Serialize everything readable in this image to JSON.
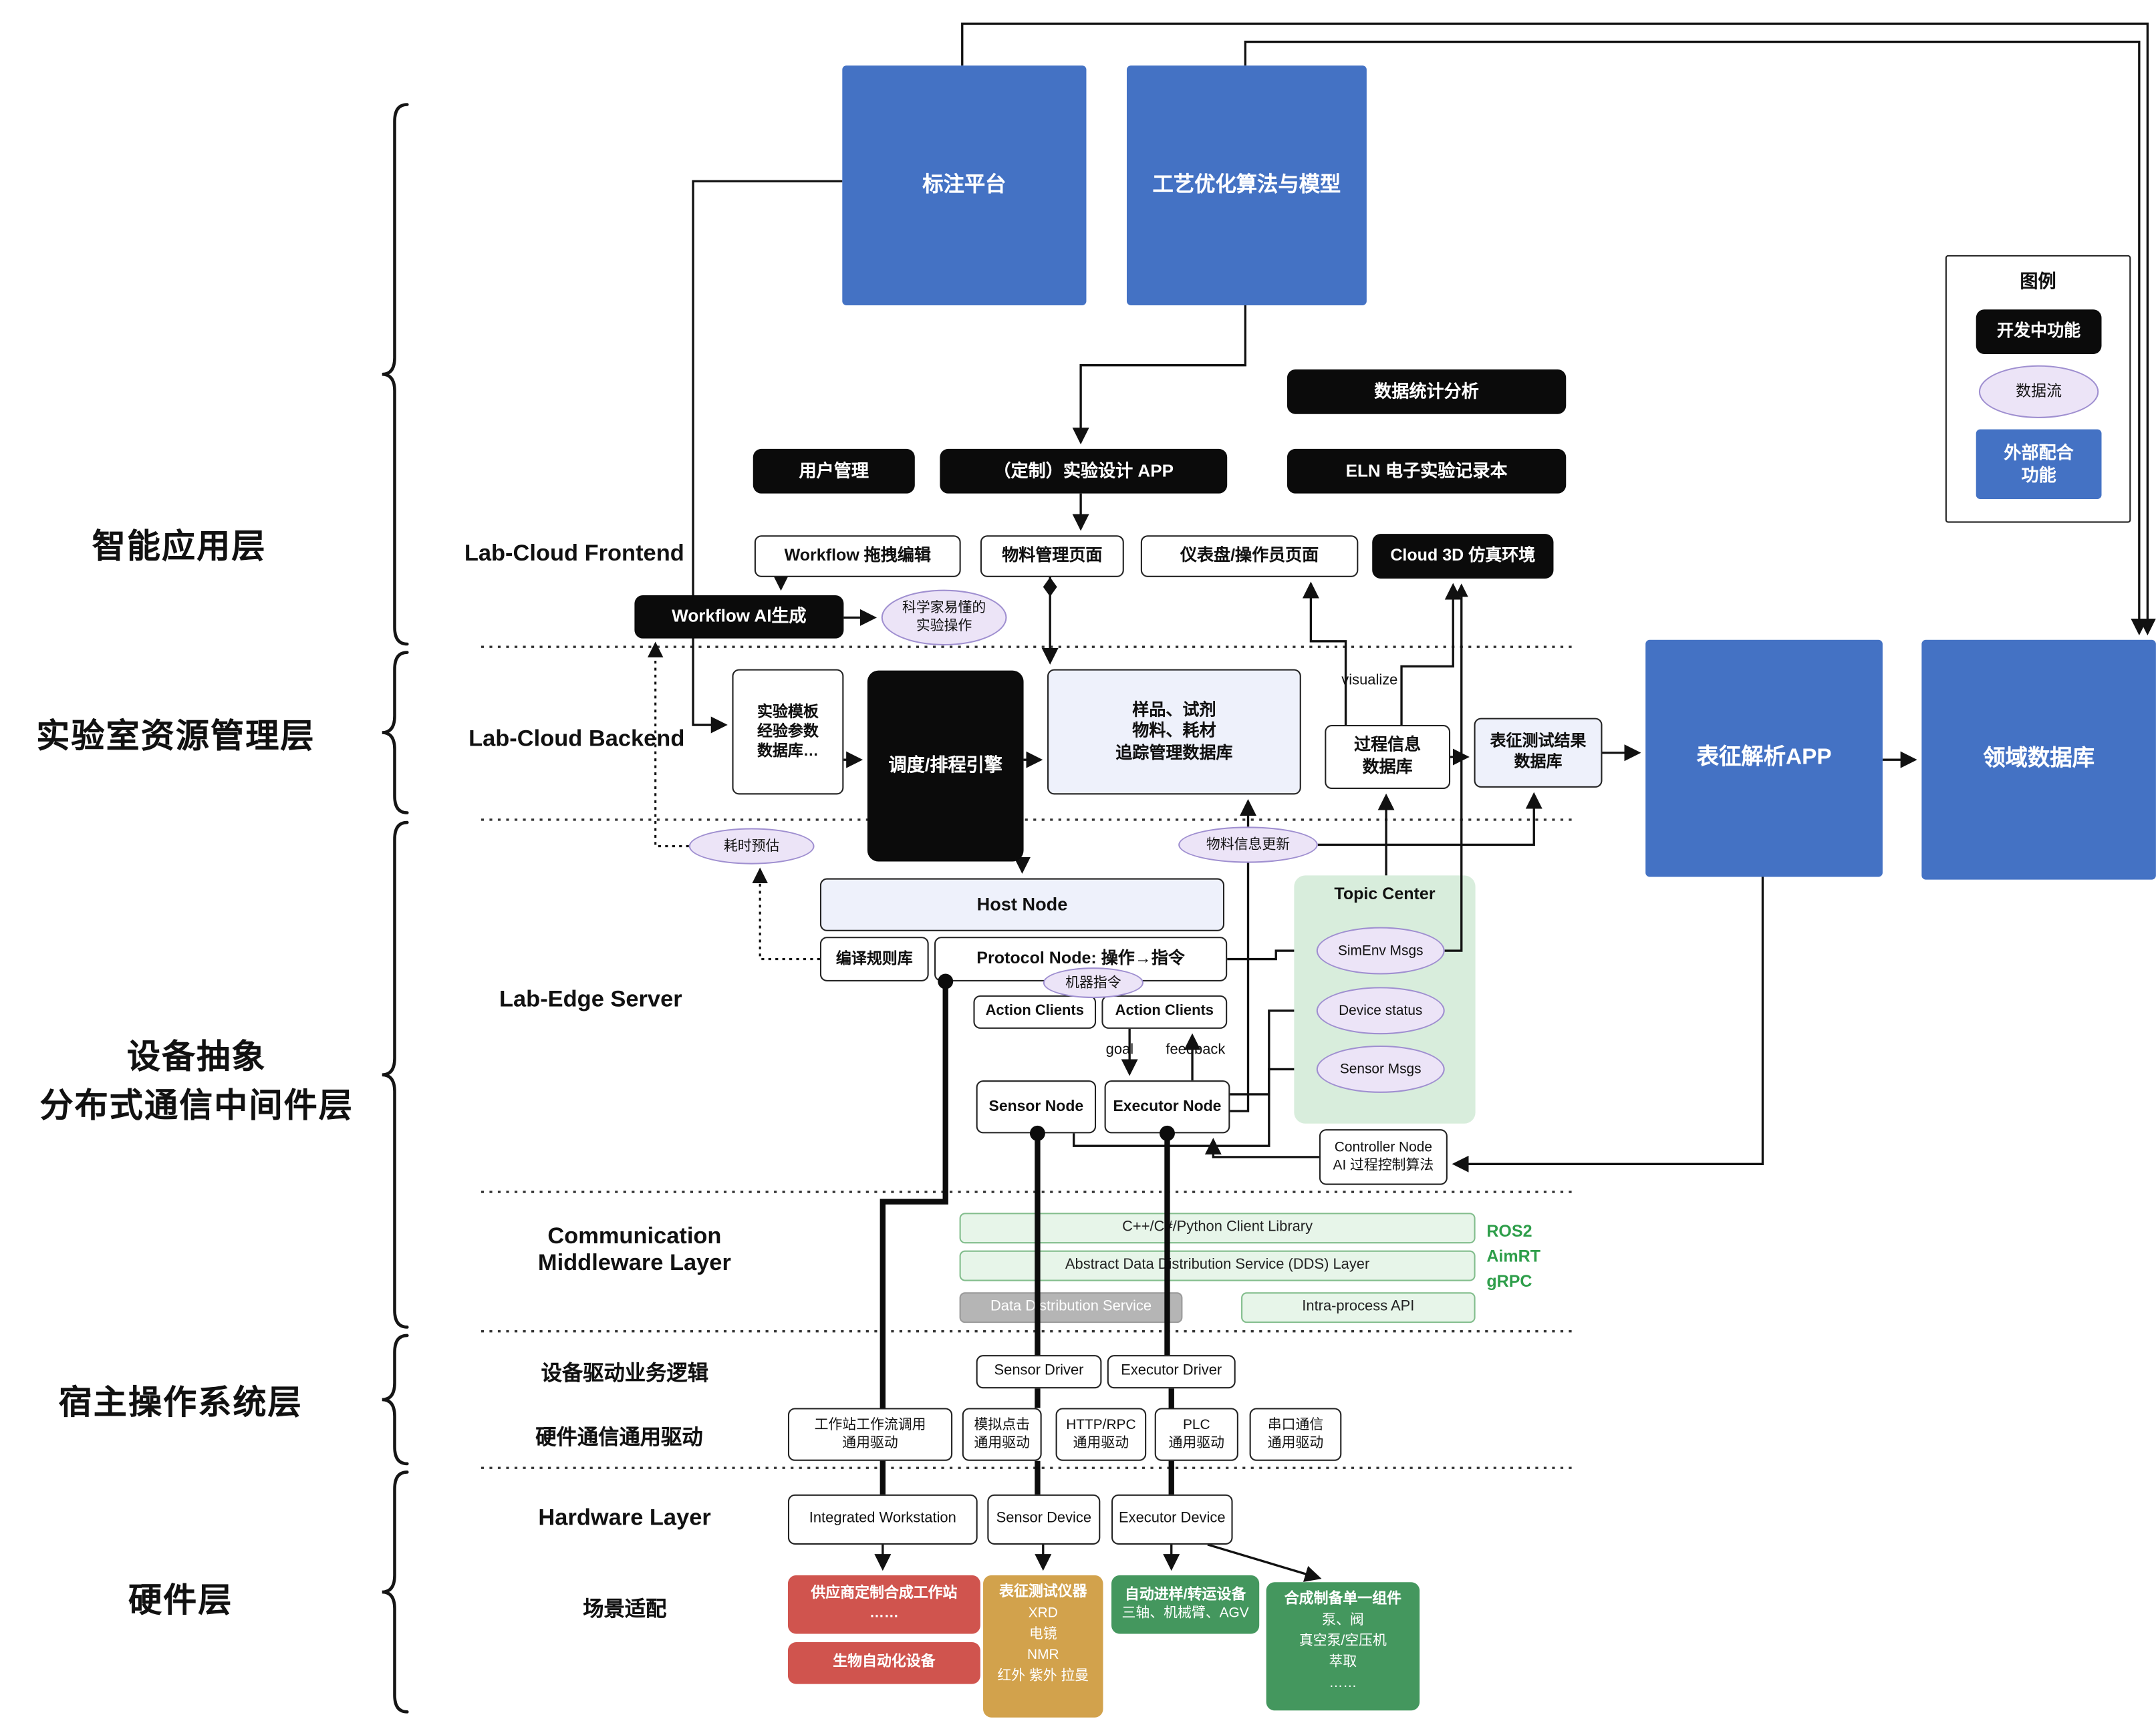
{
  "sections": {
    "app": "智能应用层",
    "resource": "实验室资源管理层",
    "device": "设备抽象\n分布式通信中间件层",
    "host_os": "宿主操作系统层",
    "hardware": "硬件层"
  },
  "top": {
    "annotation_platform": "标注平台",
    "process_optimization": "工艺优化算法与模型"
  },
  "legend": {
    "title": "图例",
    "developing": "开发中功能",
    "dataflow": "数据流",
    "external": "外部配合\n功能"
  },
  "app_layer": {
    "frontend_label": "Lab-Cloud Frontend",
    "data_stats": "数据统计分析",
    "user_mgmt": "用户管理",
    "custom_app": "（定制）实验设计 APP",
    "eln": "ELN 电子实验记录本",
    "workflow_edit": "Workflow 拖拽编辑",
    "material_page": "物料管理页面",
    "dashboard_page": "仪表盘/操作员页面",
    "cloud3d": "Cloud 3D 仿真环境",
    "workflow_ai": "Workflow AI生成",
    "scientist_ops": "科学家易懂的\n实验操作"
  },
  "backend": {
    "backend_label": "Lab-Cloud Backend",
    "template_db": "实验模板\n经验参数\n数据库…",
    "scheduler": "调度/排程引擎",
    "tracking_db": "样品、试剂\n物料、耗材\n追踪管理数据库",
    "visualize": "visualize",
    "process_db": "过程信息\n数据库",
    "char_result_db": "表征测试结果\n数据库",
    "char_app": "表征解析APP",
    "domain_db": "领域数据库"
  },
  "edge": {
    "edge_label": "Lab-Edge Server",
    "time_estimate": "耗时预估",
    "material_update": "物料信息更新",
    "host_node": "Host Node",
    "rule_lib": "编译规则库",
    "protocol_node": "Protocol Node: 操作→指令",
    "machine_cmd": "机器指令",
    "action_clients_1": "Action Clients",
    "action_clients_2": "Action Clients",
    "topic_center": "Topic Center",
    "simenv_msgs": "SimEnv Msgs",
    "device_status": "Device status",
    "sensor_msgs": "Sensor Msgs",
    "goal": "goal",
    "feedback": "feedback",
    "sensor_node": "Sensor Node",
    "executor_node": "Executor Node",
    "controller_node": "Controller Node\nAI 过程控制算法"
  },
  "comm": {
    "label": "Communication\nMiddleware Layer",
    "client_lib": "C++/C#/Python Client Library",
    "dds_layer": "Abstract Data Distribution Service (DDS) Layer",
    "dds_service": "Data Distribution Service",
    "intra_api": "Intra-process API",
    "ros2": "ROS2",
    "aimrt": "AimRT",
    "grpc": "gRPC"
  },
  "host_os": {
    "driver_logic_label": "设备驱动业务逻辑",
    "sensor_driver": "Sensor Driver",
    "executor_driver": "Executor Driver",
    "hw_comm_label": "硬件通信通用驱动",
    "drivers": [
      "工作站工作流调用\n通用驱动",
      "模拟点击\n通用驱动",
      "HTTP/RPC\n通用驱动",
      "PLC\n通用驱动",
      "串口通信\n通用驱动"
    ]
  },
  "hardware": {
    "hw_label": "Hardware Layer",
    "integrated_ws": "Integrated Workstation",
    "sensor_device": "Sensor Device",
    "executor_device": "Executor Device",
    "scenario_label": "场景适配",
    "vendor_ws": "供应商定制合成工作站\n……",
    "bio_auto": "生物自动化设备",
    "char_instruments_title": "表征测试仪器",
    "char_instruments_body": "XRD\n电镜\nNMR\n红外 紫外 拉曼",
    "transfer_title": "自动进样/转运设备",
    "transfer_body": "三轴、机械臂、AGV",
    "synth_title": "合成制备单一组件",
    "synth_body": "泵、阀\n真空泵/空压机\n萃取\n……"
  },
  "colors": {
    "blue": "#4472c4",
    "black": "#0b0b0b",
    "purple_fill": "#ece4f7",
    "green_panel": "#d8eddc",
    "red": "#d0544e",
    "gold": "#d2a24c",
    "green": "#44975e",
    "ros_green": "#2e9e4a"
  }
}
